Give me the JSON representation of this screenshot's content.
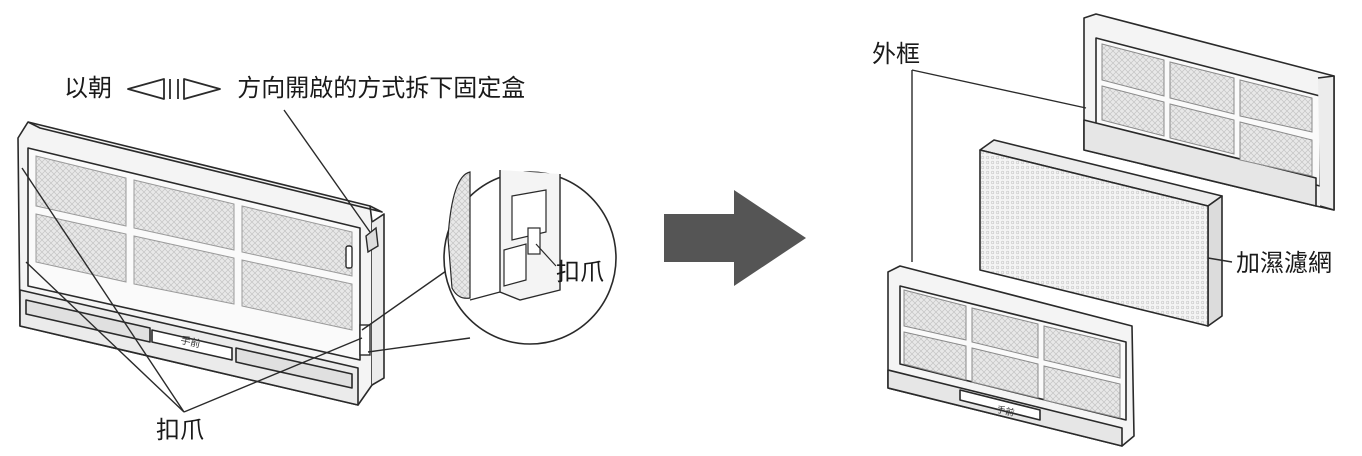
{
  "left_panel": {
    "instruction_prefix": "以朝",
    "instruction_suffix": "方向開啟的方式拆下固定盒",
    "claw_label_bottom": "扣爪",
    "claw_label_zoom": "扣爪",
    "front_plate_text": "手前"
  },
  "right_panel": {
    "outer_frame_label": "外框",
    "filter_label": "加濕濾網",
    "front_plate_text": "手前"
  },
  "colors": {
    "line": "#2a2a2a",
    "arrow": "#555555",
    "mesh": "#d6d6d6",
    "frame_fill": "#f2f2f2"
  },
  "icons": {
    "open_direction": "open-direction-arrows-icon",
    "process_arrow": "right-arrow-icon"
  }
}
